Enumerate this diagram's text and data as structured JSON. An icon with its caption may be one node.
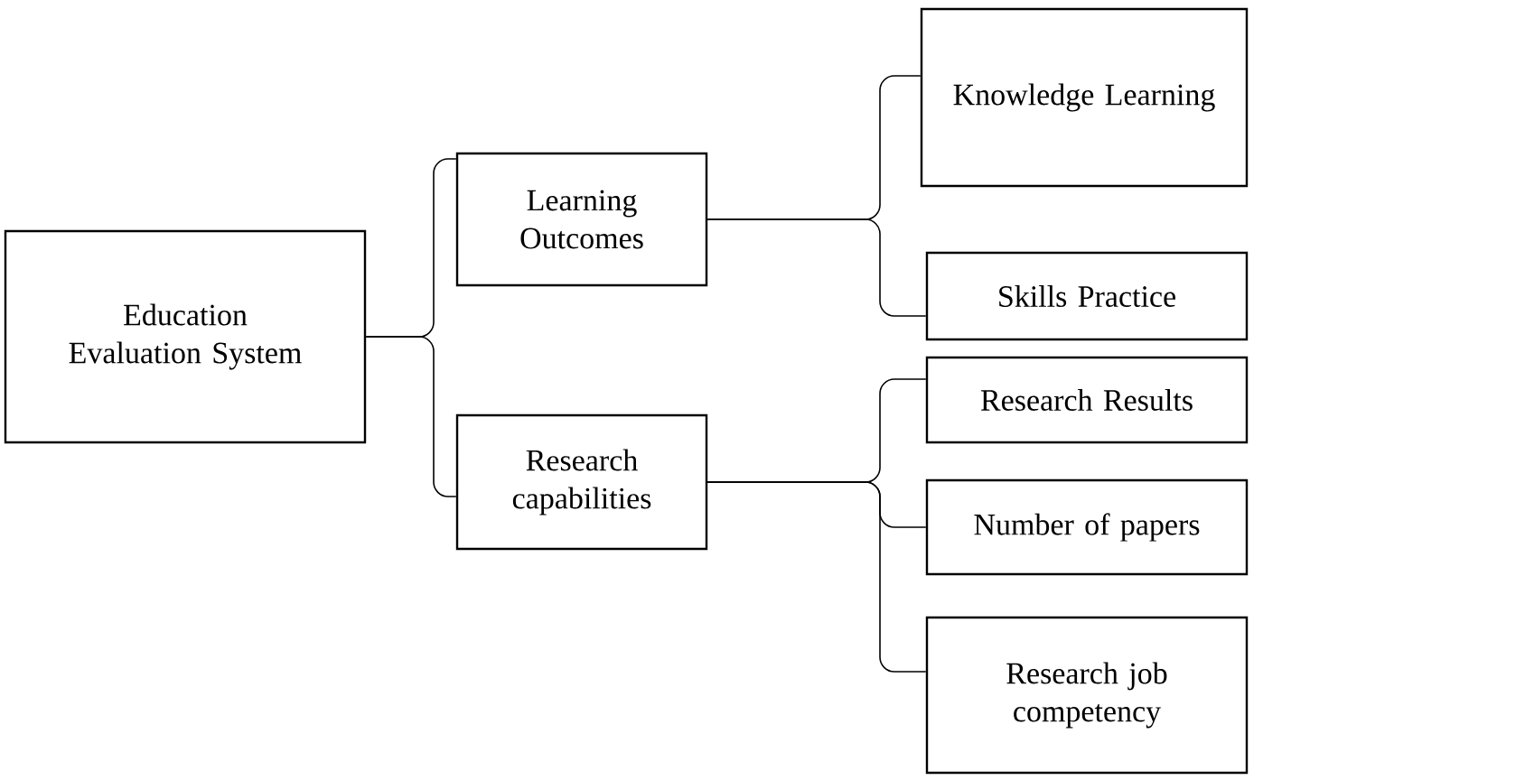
{
  "diagram": {
    "nodes": [
      {
        "text": [
          "Education Evaluation System"
        ]
      },
      {
        "text": [
          "Learning Outcomes"
        ]
      },
      {
        "text": [
          "Research capabilities"
        ]
      },
      {
        "text": [
          "Knowledge Learning"
        ]
      },
      {
        "text": [
          "Skills Practice"
        ]
      },
      {
        "text": [
          "Research Results"
        ]
      },
      {
        "text": [
          "Number of papers"
        ]
      },
      {
        "text": [
          "Research job competency"
        ]
      }
    ],
    "edges": [
      {
        "from": 0,
        "to": 1,
        "arrow": "none"
      },
      {
        "from": 0,
        "to": 2,
        "arrow": "none"
      },
      {
        "from": 1,
        "to": 3,
        "arrow": "none"
      },
      {
        "from": 1,
        "to": 4,
        "arrow": "none"
      },
      {
        "from": 2,
        "to": 5,
        "arrow": "none"
      },
      {
        "from": 2,
        "to": 6,
        "arrow": "none"
      },
      {
        "from": 2,
        "to": 7,
        "arrow": "none"
      }
    ]
  }
}
